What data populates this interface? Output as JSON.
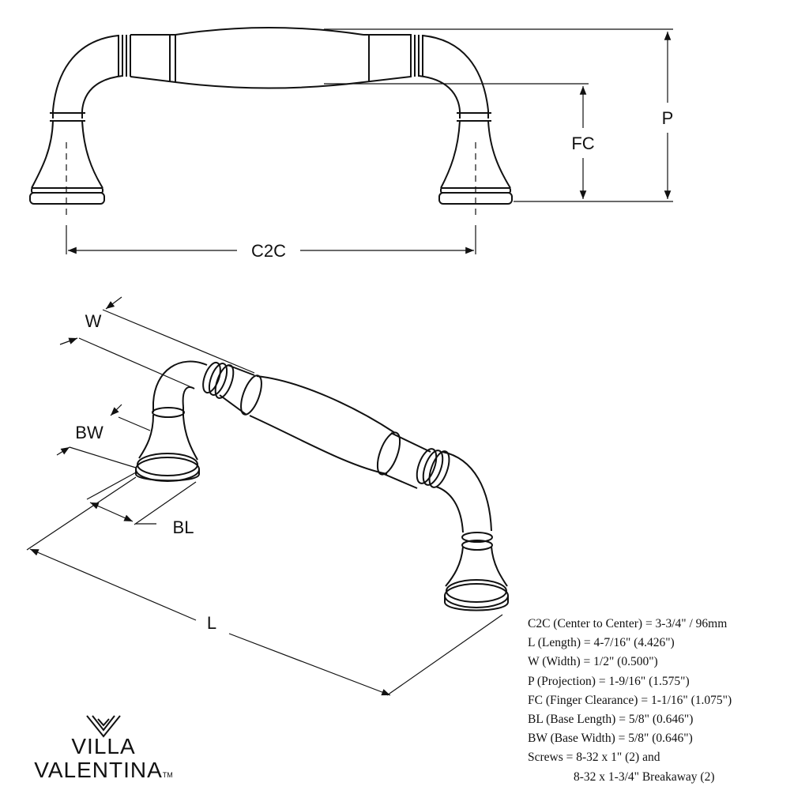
{
  "diagram": {
    "labels": {
      "c2c": "C2C",
      "p": "P",
      "fc": "FC",
      "w": "W",
      "bw": "BW",
      "bl": "BL",
      "l": "L"
    }
  },
  "specs": {
    "lines": [
      "C2C (Center to Center) = 3-3/4\" / 96mm",
      "L (Length) = 4-7/16\" (4.426\")",
      "W (Width) = 1/2\" (0.500\")",
      "P (Projection) = 1-9/16\" (1.575\")",
      "FC (Finger Clearance) = 1-1/16\" (1.075\")",
      "BL (Base Length) = 5/8\" (0.646\")",
      "BW (Base Width) = 5/8\" (0.646\")",
      "Screws = 8-32 x 1\" (2) and",
      "8-32 x 1-3/4\" Breakaway (2)"
    ]
  },
  "brand": {
    "line1": "VILLA",
    "line2": "VALENTINA",
    "trademark": "TM",
    "logo_icon": "chevron-leaf-icon"
  }
}
